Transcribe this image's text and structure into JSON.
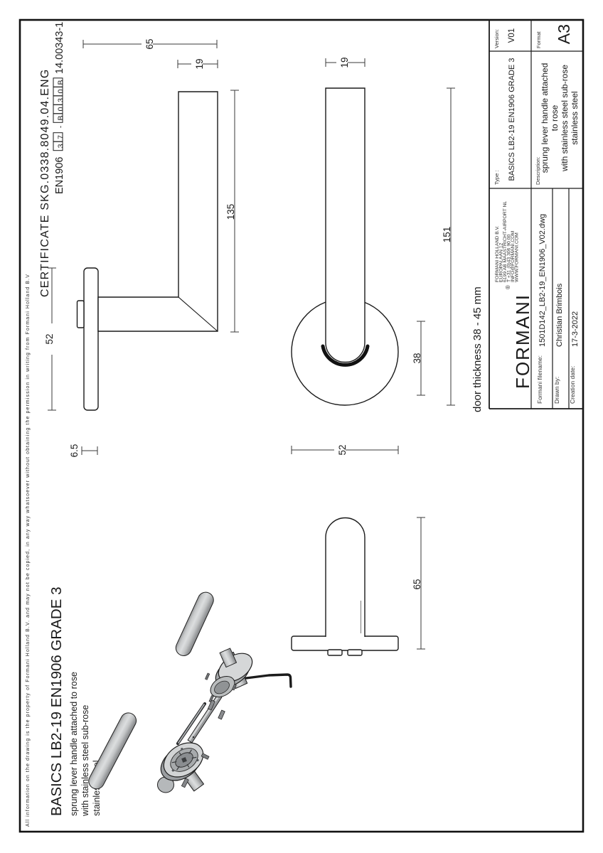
{
  "sheet": {
    "fine_print": "All information on the drawing is the property of Formani Holland B.V. and may not be copied, in any way whatsoever without obtaining the permission in writing from Formani Holland B.V",
    "title": "BASICS LB2-19 EN1906 GRADE 3",
    "subtitle_lines": [
      "sprung lever handle attached to rose",
      "with stainless steel sub-rose",
      "stainless steel"
    ],
    "certificate": {
      "line1": "CERTIFICATE SKG.0338.8049.04.ENG",
      "standard": "EN1906",
      "class_boxes": [
        "3",
        "7",
        "-",
        "B",
        "0",
        "3",
        "0",
        "B"
      ],
      "cert_number": "14.00343-1"
    },
    "note": "door thickness 38 - 45 mm"
  },
  "dims": {
    "side": {
      "width": "65",
      "grip": "19",
      "length": "135",
      "rose": "52",
      "rose_thickness": "6.5"
    },
    "front": {
      "grip": "19",
      "total": "151",
      "backset": "38",
      "rose": "52"
    },
    "bottom": {
      "height": "65"
    }
  },
  "title_block": {
    "version_label": "Version:",
    "version": "V01",
    "format_label": "Format",
    "format": "A3",
    "type_label": "Type :",
    "type": "BASICS LB2-19 EN1906 GRADE 3",
    "description_label": "Description:",
    "description_lines": [
      "sprung lever handle attached",
      "to rose",
      "with stainless steel sub-rose",
      "stainless steel"
    ],
    "logo": "FORMANI",
    "logo_reg": "®",
    "address_lines": [
      "FORMANI HOLLAND B.V.",
      "EUROPALAAN 12",
      "6199 AB MAASTRICHT-AIRPORT NL",
      "T +31 (0)43 306 90 00",
      "INFO@FORMANI.COM",
      "WWW.FORMANI.COM"
    ],
    "filename_label": "Formani filename:",
    "filename": "1501D142_LB2-19_EN1906_V02.dwg",
    "drawn_by_label": "Drawn by:",
    "drawn_by": "Christian Brimbois",
    "creation_date_label": "Creation date:",
    "creation_date": "17-3-2022"
  },
  "colors": {
    "line": "#1a1a1a",
    "paper": "#ffffff",
    "render_light": "#d8dadb",
    "render_mid": "#b4b7b9",
    "render_dark": "#8b8e91"
  }
}
